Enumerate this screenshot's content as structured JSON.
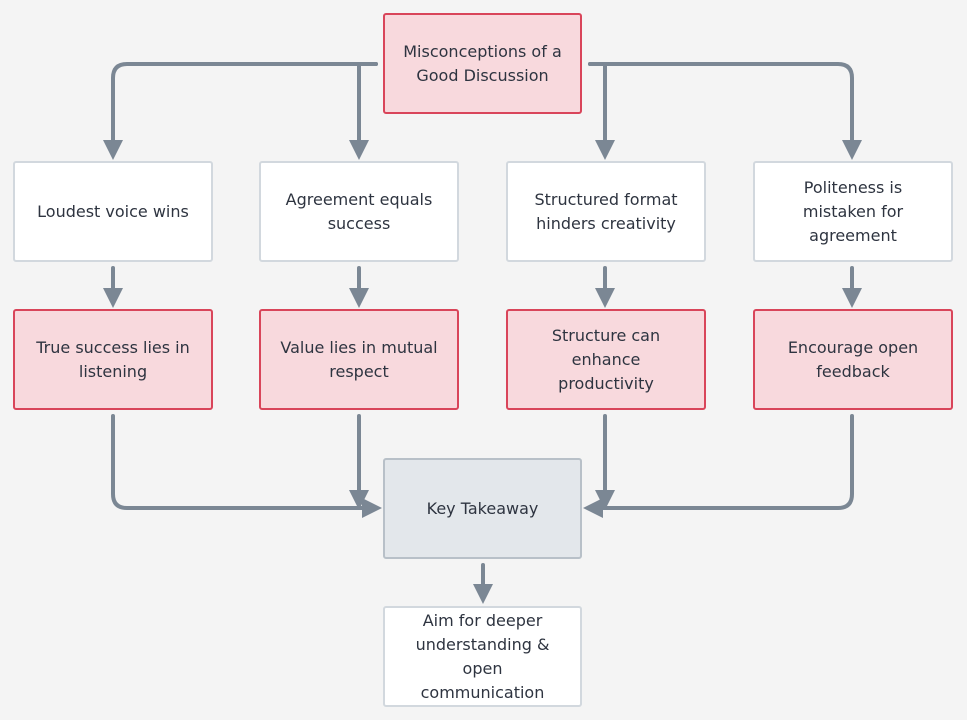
{
  "diagram": {
    "root": "Misconceptions of a Good Discussion",
    "misconceptions": [
      "Loudest voice wins",
      "Agreement equals success",
      "Structured format hinders creativity",
      "Politeness is mistaken for agreement"
    ],
    "corrections": [
      "True success lies in listening",
      "Value lies in mutual respect",
      "Structure can enhance productivity",
      "Encourage open feedback"
    ],
    "takeaway": "Key Takeaway",
    "conclusion": "Aim for deeper understanding & open communication"
  },
  "colors": {
    "connector": "#7b8794",
    "pink_fill": "#f8d9dd",
    "pink_border": "#d9455a",
    "white_border": "#d2d8de",
    "gray_fill": "#e3e7eb"
  }
}
